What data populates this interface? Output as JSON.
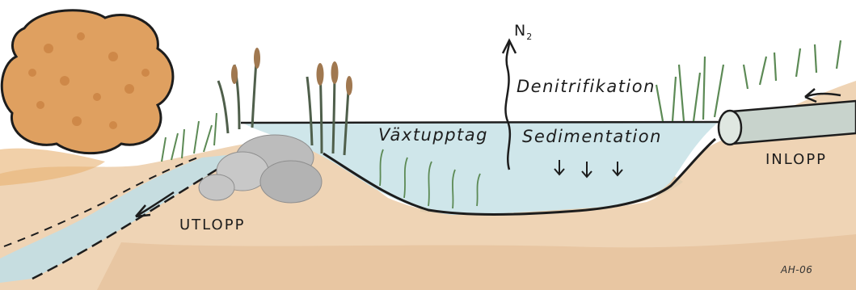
{
  "labels": {
    "n2_base": "N",
    "n2_sub": "2",
    "denitrifikation": "Denitrifikation",
    "vaxtupptag": "Växtupptag",
    "sedimentation": "Sedimentation",
    "inlopp": "INLOPP",
    "utlopp": "UTLOPP",
    "signature": "AH-06"
  },
  "colors": {
    "water": "#cfe6ea",
    "soil": "#efd4b5",
    "soil_shadow": "#e2b991",
    "sediment": "#e3ceb0",
    "tree": "#dfa060",
    "pipe": "#c8d3cc",
    "reed": "#4f5f4b",
    "grass": "#5c8a55",
    "stone": "#bcbcbc",
    "ink": "#1d1d1d"
  },
  "icons": [
    "n2-release-arrow",
    "sedimentation-arrow",
    "inflow-arrow",
    "outflow-arrow"
  ]
}
